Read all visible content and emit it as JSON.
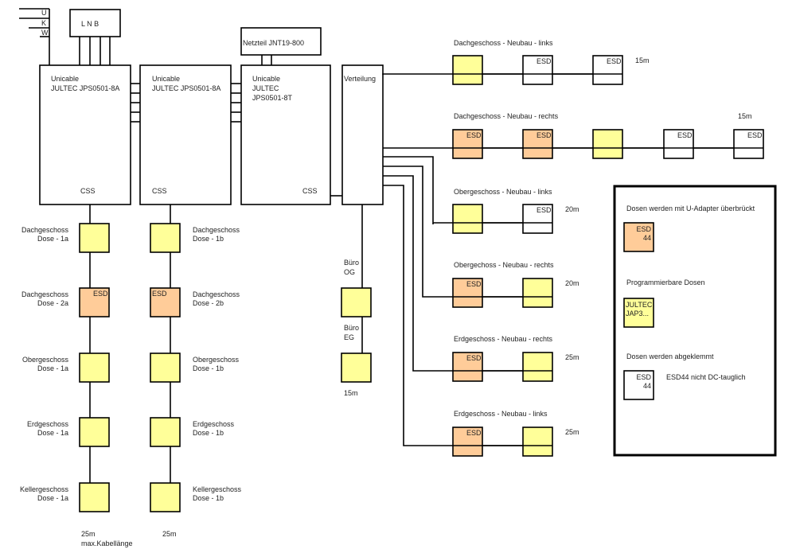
{
  "colors": {
    "yellow": "#ffff99",
    "orange": "#ffcc99",
    "white": "#ffffff",
    "line": "#000000"
  },
  "lnb_ports": [
    "U",
    "K",
    "W"
  ],
  "lnb_box": "L  N  B",
  "psu": "Netzteil JNT19-800",
  "multiswitches": [
    {
      "line1": "Unicable",
      "line2": "JULTEC JPS0501-8A",
      "line3": "",
      "footer": "CSS"
    },
    {
      "line1": "Unicable",
      "line2": "JULTEC JPS0501-8A",
      "line3": "",
      "footer": "CSS"
    },
    {
      "line1": "Unicable",
      "line2": "JULTEC",
      "line3": "JPS0501-8T",
      "footer": "CSS"
    }
  ],
  "distributor": "Verteilung",
  "column_a": [
    {
      "floor": "Dachgeschoss",
      "dose": "Dose - 1a",
      "type": "yellow",
      "label": ""
    },
    {
      "floor": "Dachgeschoss",
      "dose": "Dose - 2a",
      "type": "orange",
      "label": "ESD"
    },
    {
      "floor": "Obergeschoss",
      "dose": "Dose - 1a",
      "type": "yellow",
      "label": ""
    },
    {
      "floor": "Erdgeschoss",
      "dose": "Dose - 1a",
      "type": "yellow",
      "label": ""
    },
    {
      "floor": "Kellergeschoss",
      "dose": "Dose - 1a",
      "type": "yellow",
      "label": ""
    }
  ],
  "column_b": [
    {
      "floor": "Dachgeschoss",
      "dose": "Dose - 1b",
      "type": "yellow",
      "label": ""
    },
    {
      "floor": "Dachgeschoss",
      "dose": "Dose - 2b",
      "type": "orange",
      "label": "ESD"
    },
    {
      "floor": "Obergeschoss",
      "dose": "Dose - 1b",
      "type": "yellow",
      "label": ""
    },
    {
      "floor": "Erdgeschoss",
      "dose": "Dose - 1b",
      "type": "yellow",
      "label": ""
    },
    {
      "floor": "Kellergeschoss",
      "dose": "Dose - 1b",
      "type": "yellow",
      "label": ""
    }
  ],
  "column_a_length": "25m",
  "column_a_note": "max.Kabellänge",
  "column_b_length": "25m",
  "buero": [
    {
      "line1": "Büro",
      "line2": "OG",
      "type": "yellow"
    },
    {
      "line1": "Büro",
      "line2": "EG",
      "type": "yellow"
    }
  ],
  "buero_length": "15m",
  "branches": [
    {
      "title": "Dachgeschoss - Neubau - links",
      "length": "15m",
      "boxes": [
        {
          "type": "yellow",
          "label": ""
        },
        {
          "type": "white",
          "label": "ESD"
        },
        {
          "type": "white",
          "label": "ESD"
        }
      ]
    },
    {
      "title": "Dachgeschoss - Neubau - rechts",
      "length": "15m",
      "boxes": [
        {
          "type": "orange",
          "label": "ESD"
        },
        {
          "type": "orange",
          "label": "ESD"
        },
        {
          "type": "yellow",
          "label": ""
        },
        {
          "type": "white",
          "label": "ESD"
        },
        {
          "type": "white",
          "label": "ESD"
        }
      ]
    },
    {
      "title": "Obergeschoss - Neubau - links",
      "length": "20m",
      "boxes": [
        {
          "type": "yellow",
          "label": ""
        },
        {
          "type": "white",
          "label": "ESD"
        }
      ]
    },
    {
      "title": "Obergechoss - Neubau - rechts",
      "length": "20m",
      "boxes": [
        {
          "type": "orange",
          "label": "ESD"
        },
        {
          "type": "yellow",
          "label": ""
        }
      ]
    },
    {
      "title": "Erdgeschoss - Neubau - rechts",
      "length": "25m",
      "boxes": [
        {
          "type": "orange",
          "label": "ESD"
        },
        {
          "type": "yellow",
          "label": ""
        }
      ]
    },
    {
      "title": "Erdgeschoss - Neubau - links",
      "length": "25m",
      "boxes": [
        {
          "type": "orange",
          "label": "ESD"
        },
        {
          "type": "yellow",
          "label": ""
        }
      ]
    }
  ],
  "legend": [
    {
      "caption": "Dosen werden mit U-Adapter überbrückt",
      "type": "orange",
      "line1": "ESD",
      "line2": "44",
      "note": ""
    },
    {
      "caption": "Programmierbare Dosen",
      "type": "yellow",
      "line1": "JULTEC",
      "line2": "JAP3...",
      "note": ""
    },
    {
      "caption": "Dosen werden abgeklemmt",
      "type": "white",
      "line1": "ESD",
      "line2": "44",
      "note": "ESD44 nicht DC-tauglich"
    }
  ]
}
